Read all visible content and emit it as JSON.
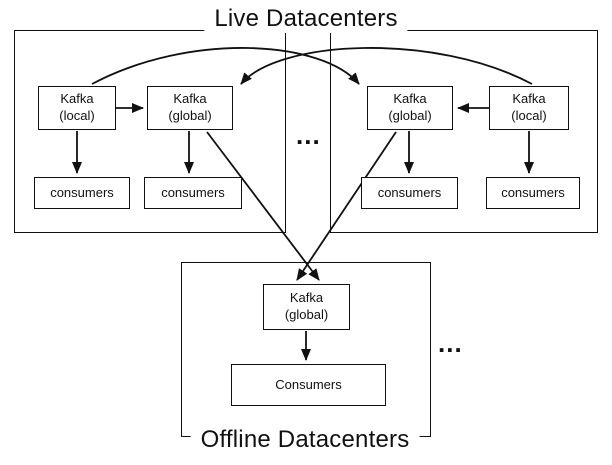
{
  "titles": {
    "live": "Live Datacenters",
    "offline": "Offline Datacenters"
  },
  "ellipsis": {
    "live": "...",
    "offline": "..."
  },
  "nodes": {
    "dc1_local": {
      "line1": "Kafka",
      "line2": "(local)"
    },
    "dc1_global": {
      "line1": "Kafka",
      "line2": "(global)"
    },
    "dc1_consumers_local": "consumers",
    "dc1_consumers_global": "consumers",
    "dc2_global": {
      "line1": "Kafka",
      "line2": "(global)"
    },
    "dc2_local": {
      "line1": "Kafka",
      "line2": "(local)"
    },
    "dc2_consumers_global": "consumers",
    "dc2_consumers_local": "consumers",
    "offline_global": {
      "line1": "Kafka",
      "line2": "(global)"
    },
    "offline_consumers": "Consumers"
  },
  "colors": {
    "line": "#111111",
    "background": "#ffffff"
  }
}
